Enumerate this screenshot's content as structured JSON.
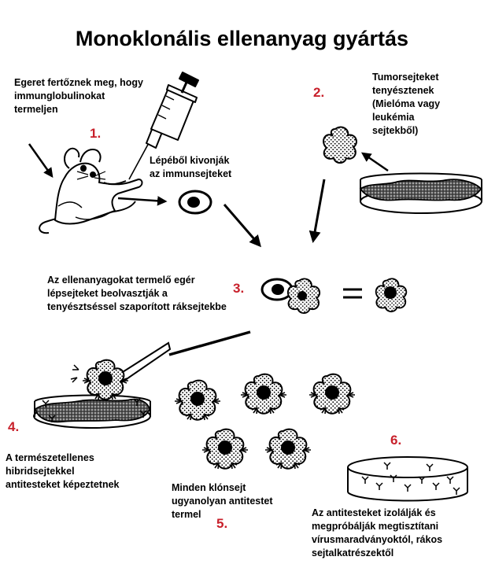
{
  "title": "Monoklonális ellenanyag gyártás",
  "colors": {
    "step_number": "#c8202b",
    "ink": "#000000"
  },
  "steps": [
    {
      "number": "1.",
      "text": [
        "Egeret fertőznek meg, hogy",
        "immunglobulinokat",
        "termeljen"
      ]
    },
    {
      "number": "2.",
      "text": [
        "Tumorsejteket",
        "tenyésztenek",
        "(Mielóma vagy",
        "leukémia",
        "sejtekből)"
      ]
    },
    {
      "number": "3.",
      "text": [
        "Az ellenanyagokat termelő egér",
        "lépsejteket beolvasztják a",
        "tenyésztséssel szaporított ráksejtekbe"
      ]
    },
    {
      "number": "4.",
      "text": [
        "A természetellenes",
        "hibridsejtekkel",
        "antitesteket képeztetnek"
      ]
    },
    {
      "number": "5.",
      "text": [
        "Minden klónsejt",
        "ugyanolyan antitestet",
        "termel"
      ]
    },
    {
      "number": "6.",
      "text": [
        "Az antitesteket izolálják és",
        "megpróbálják megtisztítani",
        "vírusmaradványoktól, rákos",
        "sejtalkatrészektől"
      ]
    }
  ],
  "spleen_label": [
    "Lépéből kivonják",
    "az immunsejteket"
  ],
  "equals_sign": "="
}
